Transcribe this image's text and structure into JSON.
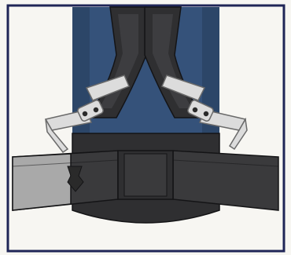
{
  "illustration": {
    "subject": "backpack-hip-belt-and-shoulder-strap-adjustment",
    "colors": {
      "border": "#1f2557",
      "background": "#f7f6f2",
      "pack_body": "#35527a",
      "pack_body_shade": "#2c4668",
      "strap_dark": "#2f2f31",
      "strap_mid": "#3d3d40",
      "strap_outline": "#141416",
      "webbing": "#dcdcdc",
      "webbing_outline": "#6a6a6a",
      "belt_light": "#a9a9a9",
      "belt_dark": "#3a3a3c",
      "buckle": "#2a2a2a"
    },
    "parts": [
      "pack-body",
      "left-shoulder-strap",
      "right-shoulder-strap",
      "left-load-lifter-webbing",
      "right-load-lifter-webbing",
      "left-ladder-buckle",
      "right-ladder-buckle",
      "hip-belt-center-panel",
      "left-hip-belt-wing",
      "right-hip-belt-wing",
      "hip-belt-buckle",
      "pack-base"
    ]
  }
}
